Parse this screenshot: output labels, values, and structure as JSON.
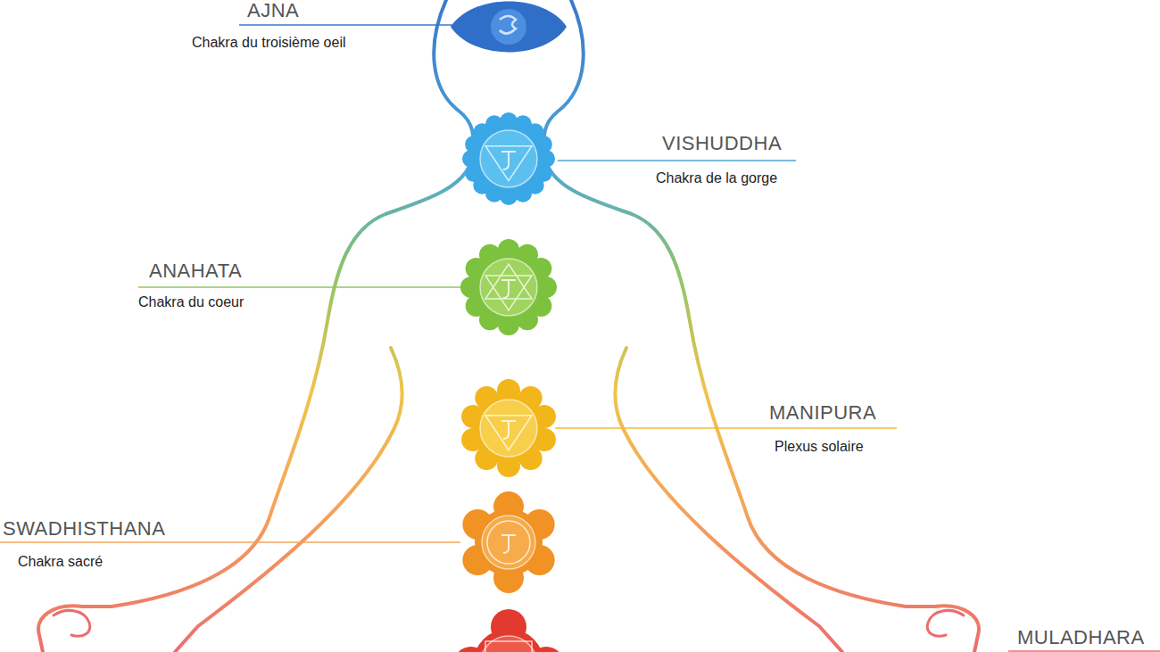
{
  "diagram": {
    "labels": [
      "AJNA",
      "Chakra du troisième oeil",
      "VISHUDDHA",
      "Chakra de la gorge",
      "ANAHATA",
      "Chakra du coeur",
      "MANIPURA",
      "Plexus solaire",
      "SWADHISTHANA",
      "Chakra sacré",
      "MULADHARA"
    ]
  }
}
